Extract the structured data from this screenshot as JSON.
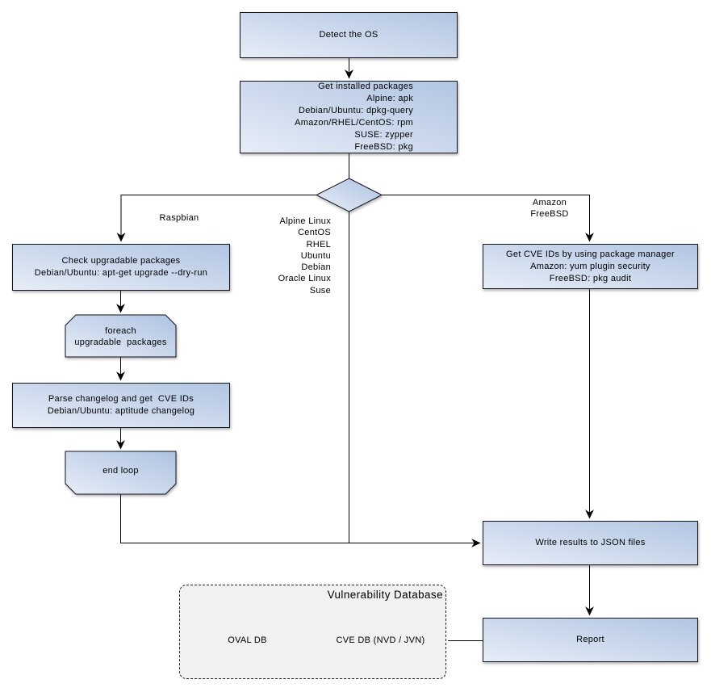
{
  "nodes": {
    "detect_os": {
      "label": "Detect the OS"
    },
    "get_installed_packages": {
      "lines": [
        "Get installed packages",
        "Alpine: apk",
        "Debian/Ubuntu: dpkg-query",
        "Amazon/RHEL/CentOS: rpm",
        "SUSE: zypper",
        "FreeBSD: pkg"
      ]
    },
    "check_upgradable_packages": {
      "lines": [
        "Check upgradable packages",
        "Debian/Ubuntu: apt-get upgrade --dry-run"
      ]
    },
    "foreach_loop": {
      "lines": [
        "foreach",
        "upgradable  packages"
      ]
    },
    "parse_changelog": {
      "lines": [
        "Parse changelog and get  CVE IDs",
        "Debian/Ubuntu: aptitude changelog"
      ]
    },
    "end_loop": {
      "label": "end loop"
    },
    "get_cve_ids": {
      "lines": [
        "Get CVE IDs by using package manager",
        "Amazon: yum plugin security",
        "FreeBSD: pkg audit"
      ]
    },
    "write_results": {
      "label": "Write results to JSON files"
    },
    "report": {
      "label": "Report"
    },
    "vulnerability_database": {
      "title": "Vulnerability Database",
      "oval_db_label": "OVAL DB",
      "cve_db_label": "CVE DB (NVD / JVN)"
    }
  },
  "edge_labels": {
    "left_branch": "Raspbian",
    "right_branch_lines": [
      "Amazon",
      "FreeBSD"
    ],
    "middle_branch_lines": [
      "Alpine Linux",
      "CentOS",
      "RHEL",
      "Ubuntu",
      "Debian",
      "Oracle Linux",
      "Suse"
    ]
  },
  "colors": {
    "node_fill_light": "#e7edf8",
    "node_fill_dark": "#b1c5e2",
    "node_border": "#15151a",
    "connector": "#000000",
    "db_container_fill": "#f1f1f1",
    "text": "#000000"
  }
}
